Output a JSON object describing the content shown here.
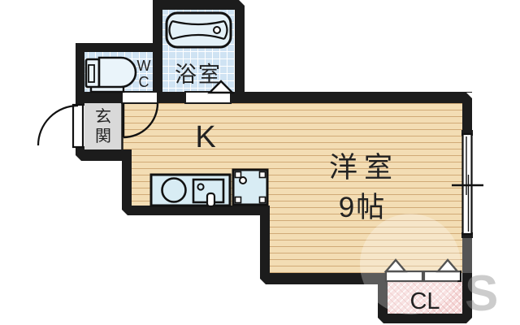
{
  "rooms": {
    "bathroom": {
      "label": "浴室"
    },
    "toilet": {
      "line1": "W",
      "line2": "C"
    },
    "entrance": {
      "char1": "玄",
      "char2": "関"
    },
    "kitchen": {
      "label": "K"
    },
    "western_room": {
      "name": "洋室",
      "size": "9帖"
    },
    "closet": {
      "label": "CL"
    }
  },
  "watermark": {
    "text": "S"
  },
  "colors": {
    "wall": "#1c1c1c",
    "wood_floor": "#f3ddb4",
    "wood_plank_line": "#c49a62",
    "tile_floor": "#cfe3f3",
    "tile_grid_line": "#ffffff",
    "fixture_fill": "#d8ecf4",
    "bathtub_fill": "#e4f1f8",
    "entrance_floor": "#d9d9d9",
    "closet_fill": "#f6d9d9",
    "below_window_wall": "#555555",
    "label_text": "#222222"
  }
}
